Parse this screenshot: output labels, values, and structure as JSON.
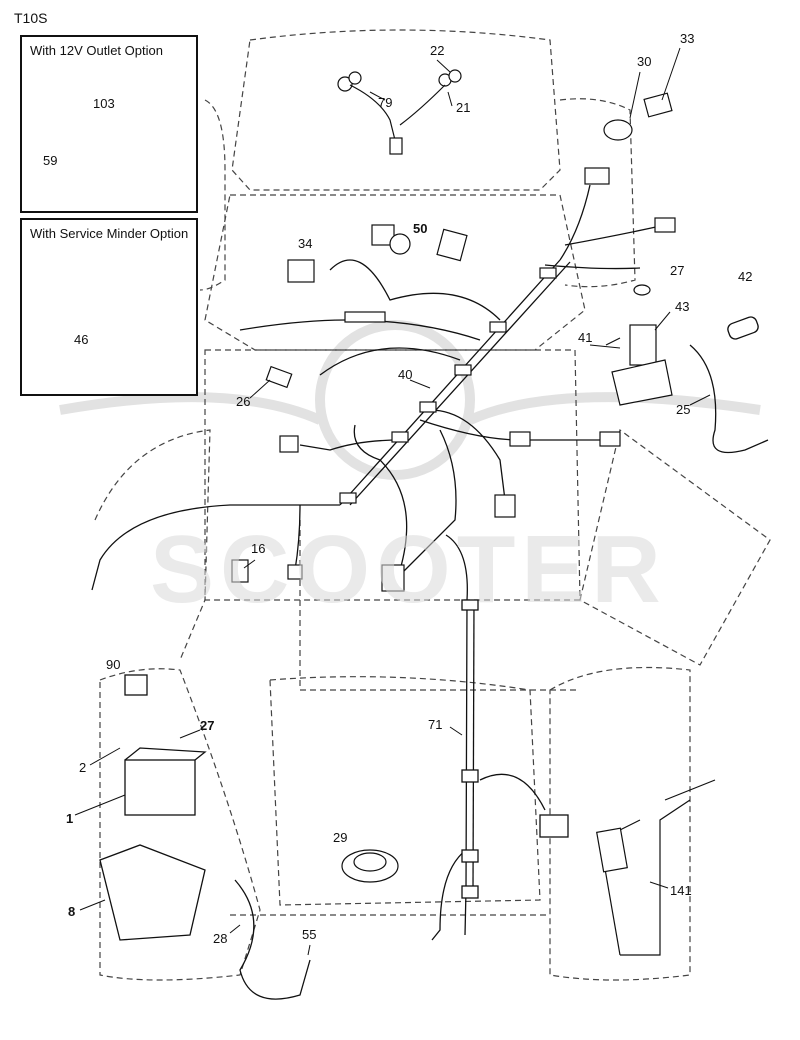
{
  "page_code": "T10S",
  "options": {
    "outlet_12v": "With 12V Outlet Option",
    "service_minder": "With Service Minder Option"
  },
  "watermark": "SCOOTER",
  "callouts": {
    "c1": "1",
    "c2": "2",
    "c8": "8",
    "c16": "16",
    "c21": "21",
    "c22": "22",
    "c25": "25",
    "c26": "26",
    "c27a": "27",
    "c27b": "27",
    "c28": "28",
    "c29": "29",
    "c30": "30",
    "c33": "33",
    "c34": "34",
    "c40": "40",
    "c41": "41",
    "c42": "42",
    "c43": "43",
    "c46": "46",
    "c50": "50",
    "c55": "55",
    "c59": "59",
    "c71": "71",
    "c79": "79",
    "c90": "90",
    "c103": "103",
    "c141": "141"
  }
}
